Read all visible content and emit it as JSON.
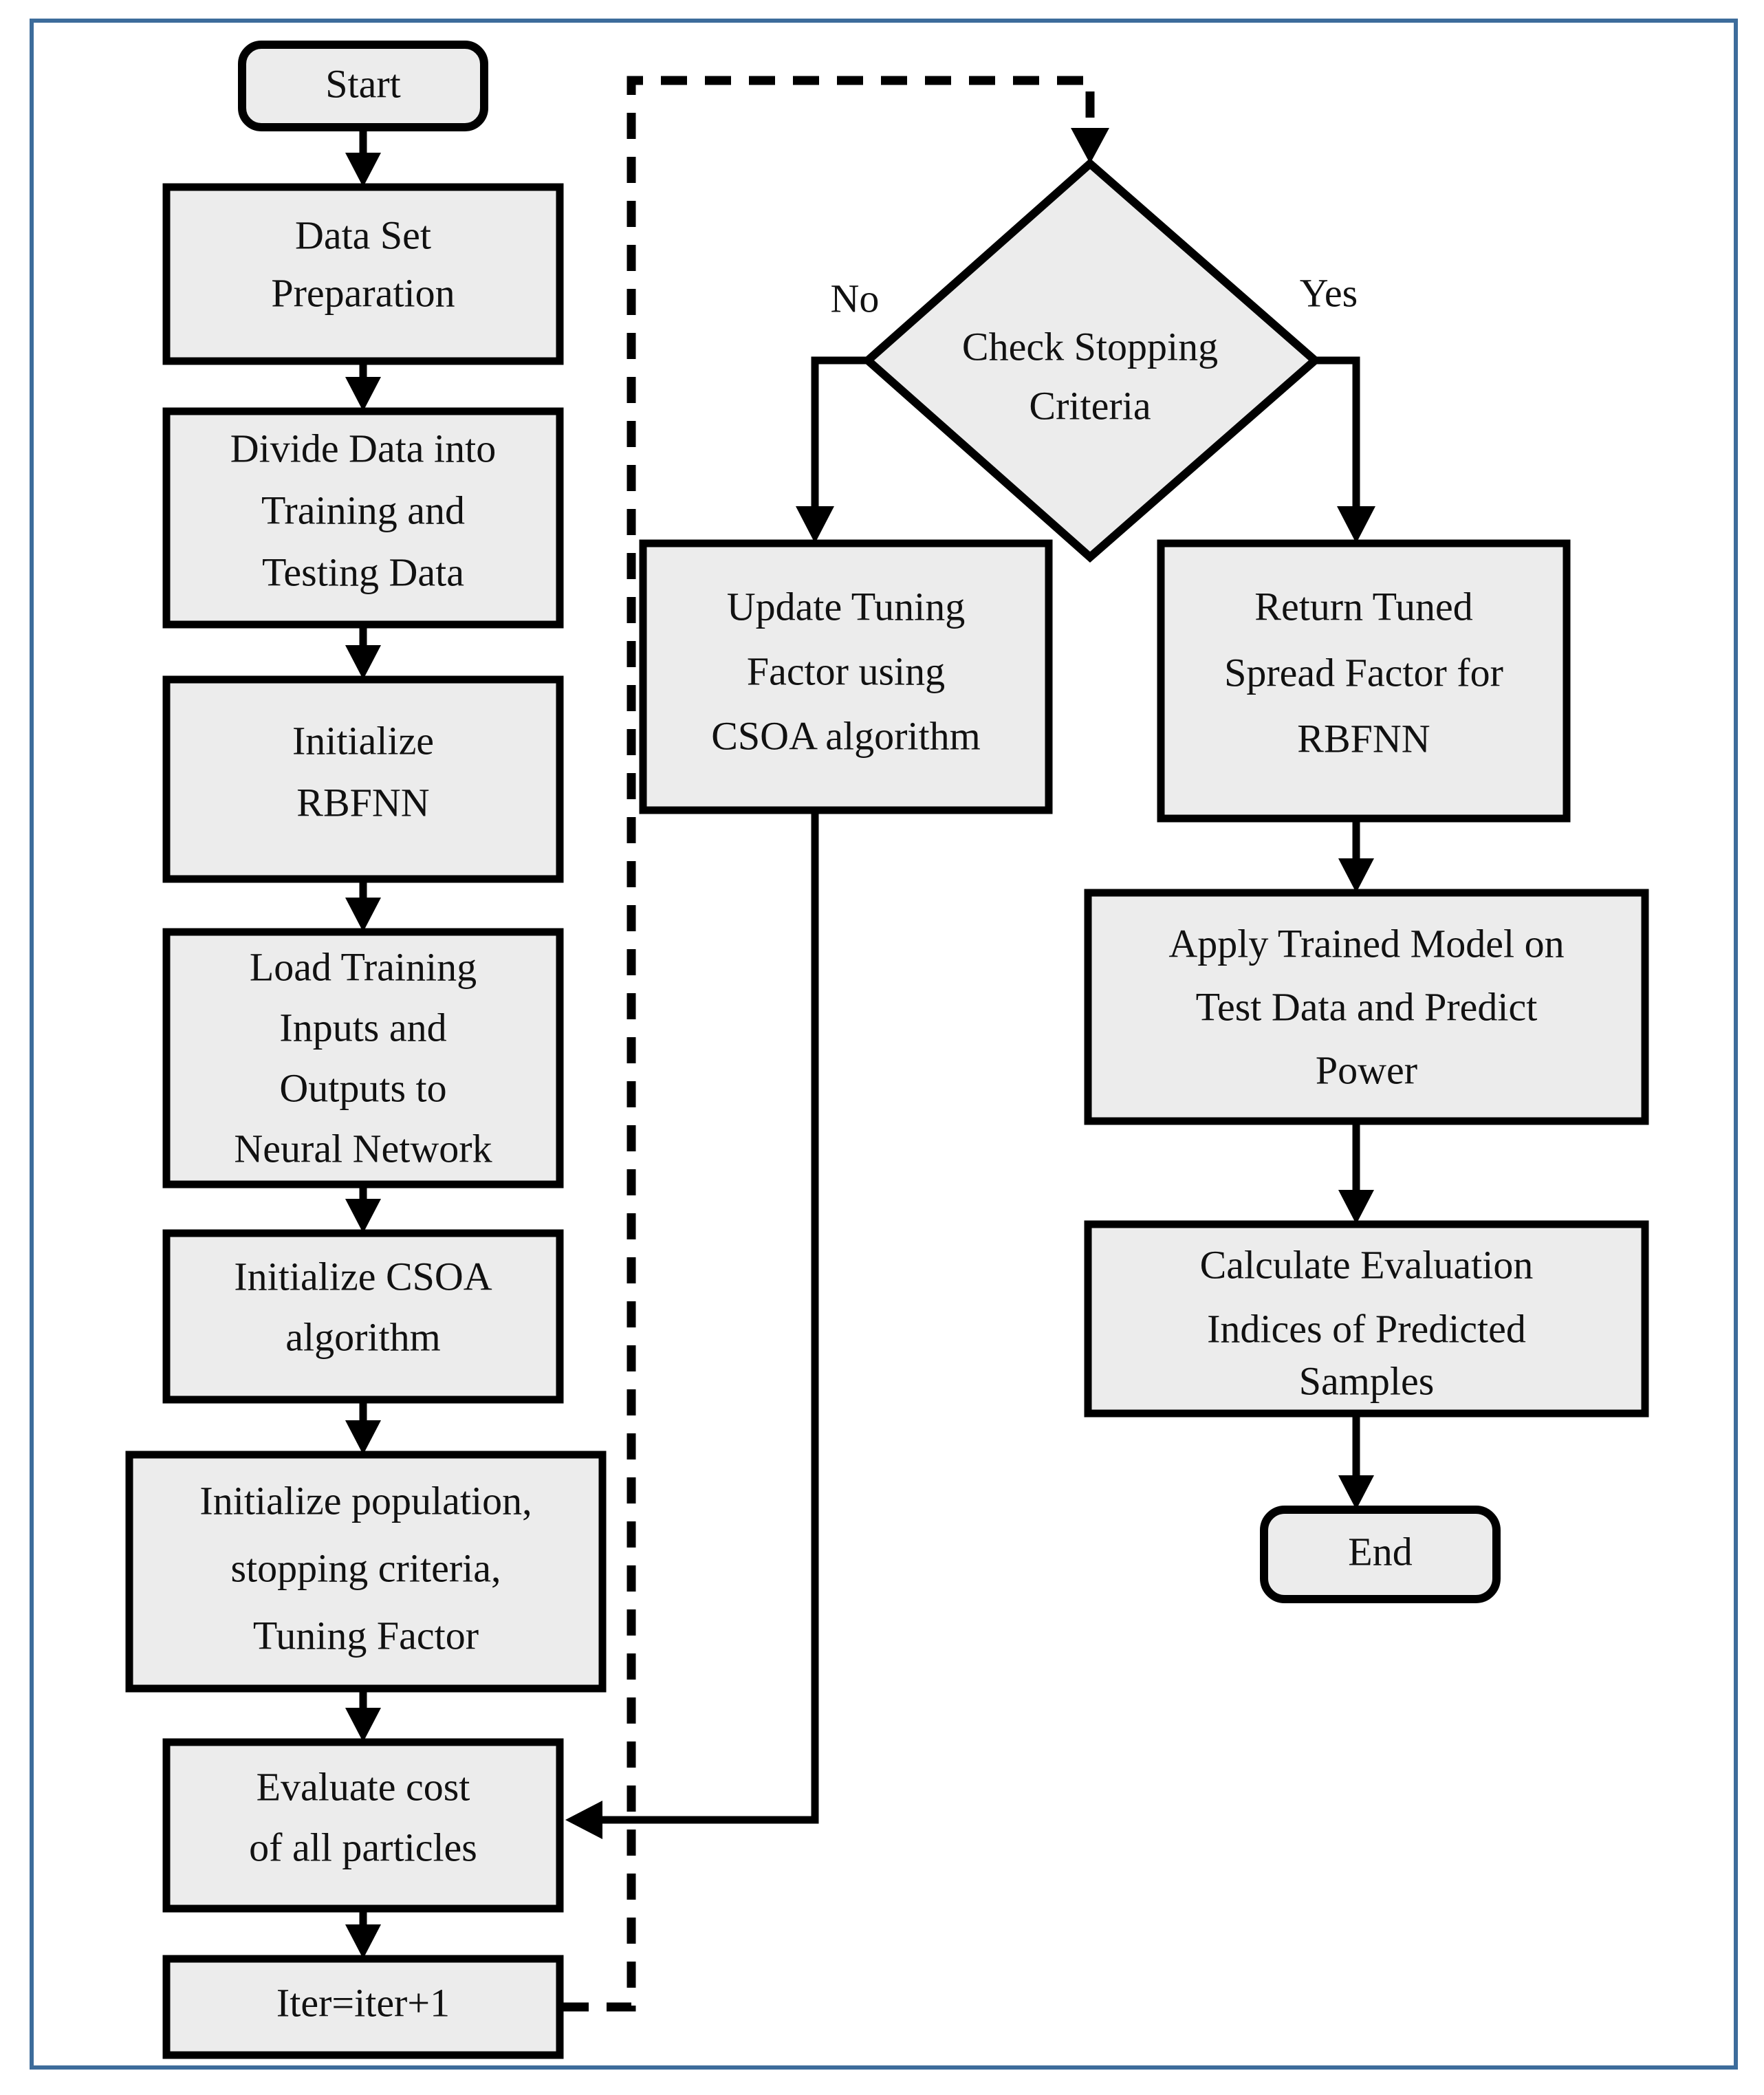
{
  "figure": {
    "kind": "flowchart",
    "title_text": "",
    "frame_color": "#3d6c9b",
    "node_fill": "#ececec",
    "node_stroke": "#000000"
  },
  "nodes": {
    "start": {
      "label": "Start",
      "shape": "terminator"
    },
    "data_set_preparation": {
      "line1": "Data Set",
      "line2": "Preparation",
      "shape": "process"
    },
    "divide_data": {
      "line1": "Divide Data into",
      "line2": "Training and",
      "line3": "Testing Data",
      "shape": "process"
    },
    "initialize_rbfnn": {
      "line1": "Initialize",
      "line2": "RBFNN",
      "shape": "process"
    },
    "load_training": {
      "line1": "Load Training",
      "line2": "Inputs and",
      "line3": "Outputs to",
      "line4": "Neural Network",
      "shape": "process"
    },
    "initialize_csoa": {
      "line1": "Initialize CSOA",
      "line2": "algorithm",
      "shape": "process"
    },
    "initialize_population": {
      "line1": "Initialize population,",
      "line2": "stopping criteria,",
      "line3": "Tuning Factor",
      "shape": "process"
    },
    "evaluate_cost": {
      "line1": "Evaluate cost",
      "line2": "of all particles",
      "shape": "process"
    },
    "iter_increment": {
      "line1": "Iter=iter+1",
      "shape": "process"
    },
    "check_stopping_criteria": {
      "line1": "Check Stopping",
      "line2": "Criteria",
      "shape": "decision"
    },
    "update_tuning_factor": {
      "line1": "Update Tuning",
      "line2": "Factor using",
      "line3": "CSOA algorithm",
      "shape": "process"
    },
    "return_tuned_spread": {
      "line1": "Return Tuned",
      "line2": "Spread Factor for",
      "line3": "RBFNN",
      "shape": "process"
    },
    "apply_trained_model": {
      "line1": "Apply Trained Model on",
      "line2": "Test Data and Predict",
      "line3": "Power",
      "shape": "process"
    },
    "calculate_evaluation": {
      "line1": "Calculate Evaluation",
      "line2": "Indices of Predicted",
      "line3": "Samples",
      "shape": "process"
    },
    "end": {
      "label": "End",
      "shape": "terminator"
    }
  },
  "branch_labels": {
    "no": "No",
    "yes": "Yes"
  },
  "edges": [
    {
      "from": "start",
      "to": "data_set_preparation",
      "style": "solid"
    },
    {
      "from": "data_set_preparation",
      "to": "divide_data",
      "style": "solid"
    },
    {
      "from": "divide_data",
      "to": "initialize_rbfnn",
      "style": "solid"
    },
    {
      "from": "initialize_rbfnn",
      "to": "load_training",
      "style": "solid"
    },
    {
      "from": "load_training",
      "to": "initialize_csoa",
      "style": "solid"
    },
    {
      "from": "initialize_csoa",
      "to": "initialize_population",
      "style": "solid"
    },
    {
      "from": "initialize_population",
      "to": "evaluate_cost",
      "style": "solid"
    },
    {
      "from": "evaluate_cost",
      "to": "iter_increment",
      "style": "solid"
    },
    {
      "from": "iter_increment",
      "to": "check_stopping_criteria",
      "style": "dashed"
    },
    {
      "from": "check_stopping_criteria",
      "to": "update_tuning_factor",
      "style": "solid",
      "label": "No"
    },
    {
      "from": "check_stopping_criteria",
      "to": "return_tuned_spread",
      "style": "solid",
      "label": "Yes"
    },
    {
      "from": "update_tuning_factor",
      "to": "evaluate_cost",
      "style": "solid"
    },
    {
      "from": "return_tuned_spread",
      "to": "apply_trained_model",
      "style": "solid"
    },
    {
      "from": "apply_trained_model",
      "to": "calculate_evaluation",
      "style": "solid"
    },
    {
      "from": "calculate_evaluation",
      "to": "end",
      "style": "solid"
    }
  ]
}
